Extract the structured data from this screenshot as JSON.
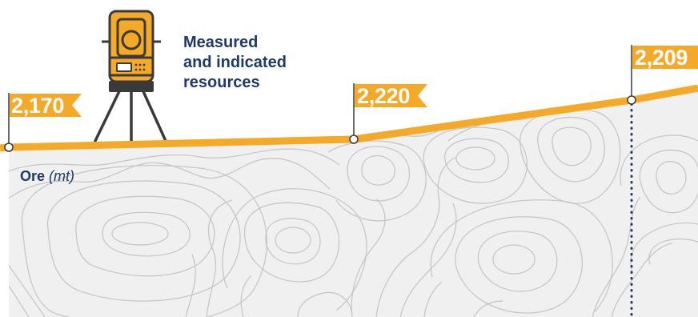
{
  "heading": {
    "lines": [
      "Measured",
      "and indicated",
      "resources"
    ]
  },
  "ore_label": {
    "word": "Ore",
    "unit": "(mt)"
  },
  "flags": [
    {
      "value": "2,170"
    },
    {
      "value": "2,220"
    },
    {
      "value": "2,209"
    }
  ],
  "colors": {
    "accent": "#f4a928",
    "navy": "#1f3a68",
    "ground": "#f0f0f0",
    "contour": "#c4c4c4",
    "instrument_dark": "#3a3a3a"
  },
  "icons": {
    "instrument": "total-station-on-tripod-icon",
    "flag": "pennant-flag-icon"
  }
}
